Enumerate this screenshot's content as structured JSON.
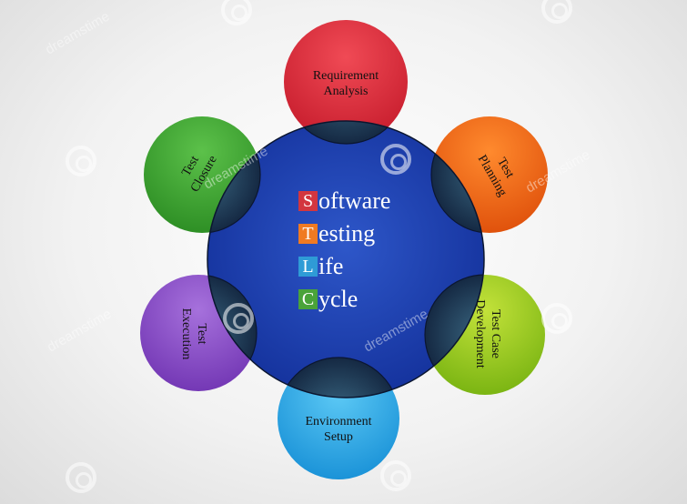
{
  "colors": {
    "center": "#1f3fa6",
    "requirement": "#e32a3c",
    "planning": "#f36a17",
    "development": "#9ccc1c",
    "setup": "#2aa9e6",
    "execution": "#8b4fc4",
    "closure": "#3aa42f",
    "initial_s": "#d3363f",
    "initial_t": "#f07a22",
    "initial_l": "#2f9bd6",
    "initial_c": "#4aa33a"
  },
  "center": {
    "lines": [
      {
        "initial": "S",
        "rest": "oftware"
      },
      {
        "initial": "T",
        "rest": "esting"
      },
      {
        "initial": "L",
        "rest": "ife"
      },
      {
        "initial": "C",
        "rest": "ycle"
      }
    ]
  },
  "phases": [
    {
      "id": "requirement",
      "line1": "Requirement",
      "line2": "Analysis"
    },
    {
      "id": "planning",
      "line1": "Test",
      "line2": "Planning"
    },
    {
      "id": "development",
      "line1": "Test Case",
      "line2": "Development"
    },
    {
      "id": "setup",
      "line1": "Environment",
      "line2": "Setup"
    },
    {
      "id": "execution",
      "line1": "Test",
      "line2": "Execution"
    },
    {
      "id": "closure",
      "line1": "Test",
      "line2": "Closure"
    }
  ],
  "watermark": "dreamstime"
}
